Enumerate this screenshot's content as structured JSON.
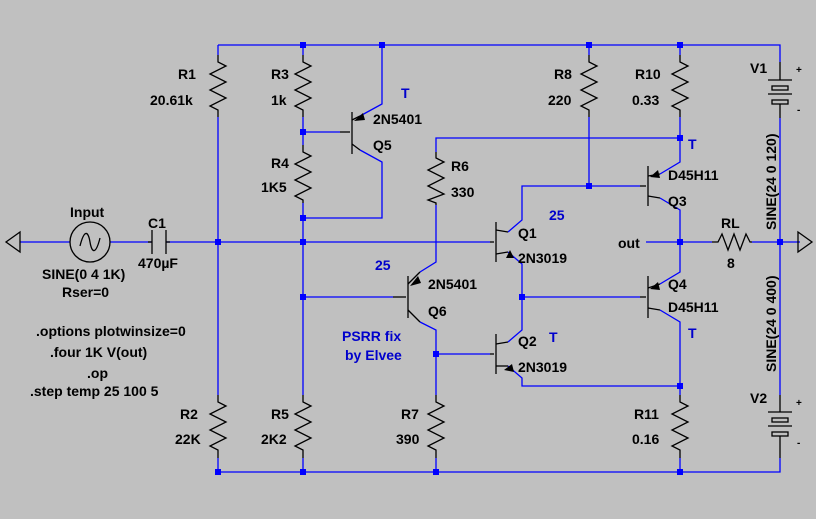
{
  "components": {
    "R1": {
      "name": "R1",
      "value": "20.61k"
    },
    "R2": {
      "name": "R2",
      "value": "22K"
    },
    "R3": {
      "name": "R3",
      "value": "1k"
    },
    "R4": {
      "name": "R4",
      "value": "1K5"
    },
    "R5": {
      "name": "R5",
      "value": "2K2"
    },
    "R6": {
      "name": "R6",
      "value": "330"
    },
    "R7": {
      "name": "R7",
      "value": "390"
    },
    "R8": {
      "name": "R8",
      "value": "220"
    },
    "R10": {
      "name": "R10",
      "value": "0.33"
    },
    "R11": {
      "name": "R11",
      "value": "0.16"
    },
    "RL": {
      "name": "RL",
      "value": "8"
    },
    "C1": {
      "name": "C1",
      "value": "470µF"
    },
    "Q1": {
      "name": "Q1",
      "model": "2N3019",
      "temp": "25"
    },
    "Q2": {
      "name": "Q2",
      "model": "2N3019",
      "temp": "T"
    },
    "Q3": {
      "name": "Q3",
      "model": "D45H11",
      "temp": "T"
    },
    "Q4": {
      "name": "Q4",
      "model": "D45H11",
      "temp": "T"
    },
    "Q5": {
      "name": "Q5",
      "model": "2N5401",
      "temp": "T"
    },
    "Q6": {
      "name": "Q6",
      "model": "2N5401",
      "temp": "25"
    },
    "V1": {
      "name": "V1",
      "value": "SINE(24 0 120)"
    },
    "V2": {
      "name": "V2",
      "value": "SINE(24 0 400)"
    },
    "Input": {
      "name": "Input",
      "value": "SINE(0 4 1K)",
      "extra": "Rser=0"
    }
  },
  "net_labels": {
    "out": "out"
  },
  "annotation": {
    "line1": "PSRR fix",
    "line2": "by Elvee"
  },
  "directives": [
    ".options plotwinsize=0",
    ".four 1K V(out)",
    ".op",
    ".step temp 25 100 5"
  ],
  "polarity": {
    "plus": "+",
    "minus": "-"
  },
  "colors": {
    "background": "#c0c0c0",
    "wire": "#0000ff",
    "component": "#000000",
    "label_accent": "#0000cc"
  }
}
